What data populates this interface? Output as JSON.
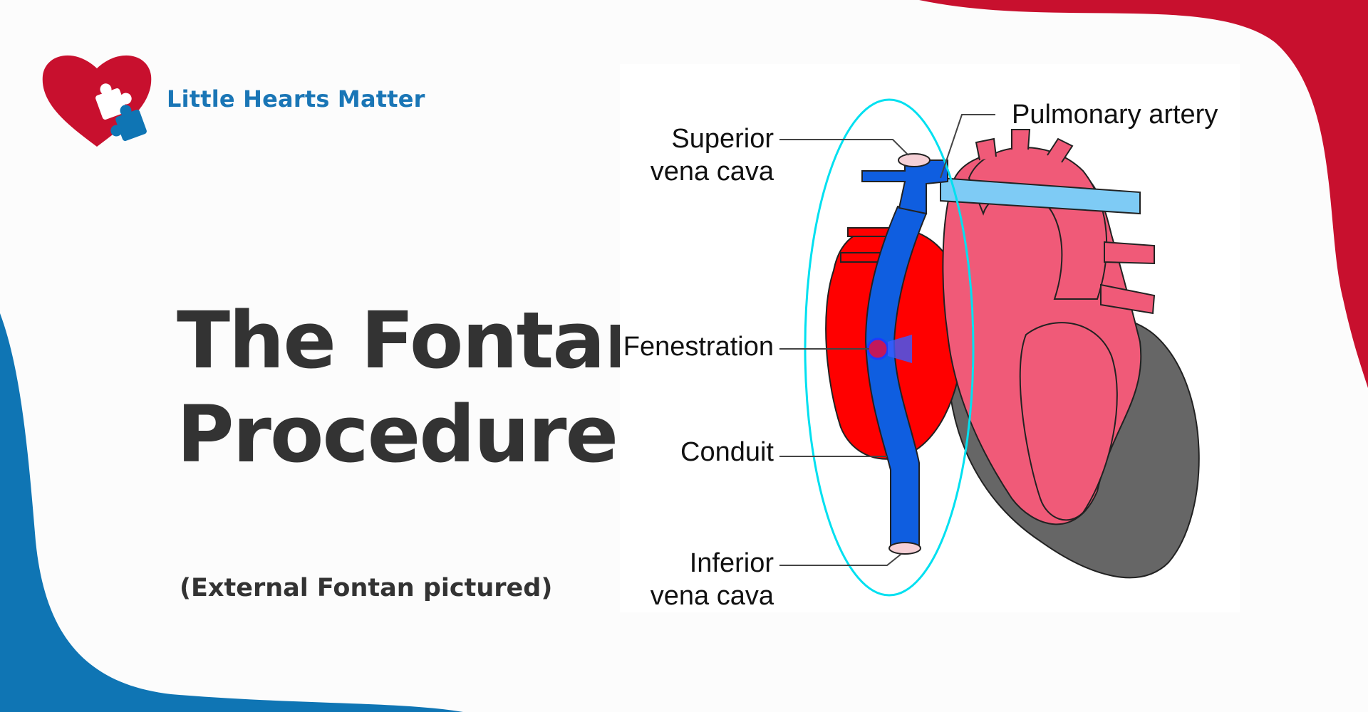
{
  "brand": {
    "name": "Little Hearts Matter",
    "colors": {
      "red": "#c8102e",
      "blue": "#0f75b4"
    }
  },
  "title": {
    "line1": "The Fontan",
    "line2": "Procedure"
  },
  "subtitle": "(External Fontan pictured)",
  "diagram": {
    "labels": {
      "superior_vena_cava": {
        "line1": "Superior",
        "line2": "vena cava"
      },
      "pulmonary_artery": "Pulmonary artery",
      "fenestration": "Fenestration",
      "conduit": "Conduit",
      "inferior_vena_cava": {
        "line1": "Inferior",
        "line2": "vena cava"
      }
    }
  }
}
